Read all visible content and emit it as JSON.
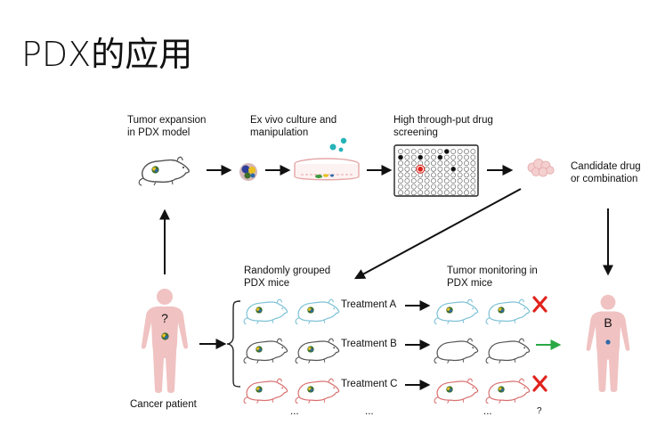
{
  "title": "PDX的应用",
  "steps": {
    "tumor_expansion": [
      "Tumor expansion",
      "in PDX model"
    ],
    "ex_vivo": [
      "Ex vivo culture and",
      "manipulation"
    ],
    "screening": [
      "High through-put drug",
      "screening"
    ],
    "candidate": [
      "Candidate drug",
      "or combination"
    ]
  },
  "groups": {
    "label": [
      "Randomly grouped",
      "PDX mice"
    ],
    "monitor": [
      "Tumor monitoring in",
      "PDX mice"
    ]
  },
  "treatments": [
    "Treatment A",
    "Treatment B",
    "Treatment C"
  ],
  "outcomes": [
    "fail",
    "success",
    "fail"
  ],
  "patient": {
    "label": "Cancer patient",
    "unknown_mark": "?",
    "result_mark": "B"
  },
  "ellipsis": [
    "...",
    "...",
    "...",
    "?"
  ],
  "colors": {
    "mouse_a": "#7cc1d6",
    "mouse_b": "#555555",
    "mouse_c": "#d97070",
    "body": "#f0c2c2",
    "x_mark": "#e0231c",
    "green_arrow": "#2aa845"
  }
}
